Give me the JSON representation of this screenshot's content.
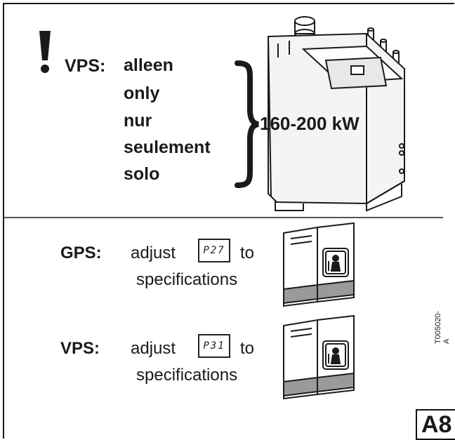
{
  "warning": {
    "icon": "exclamation-icon",
    "label": "VPS:",
    "languages": [
      "alleen",
      "only",
      "nur",
      "seulement",
      "solo"
    ],
    "power_range": "160-200 kW"
  },
  "instructions": [
    {
      "label": "GPS:",
      "verb": "adjust",
      "display_code": "P27",
      "suffix": "to",
      "line2": "specifications",
      "icon": "manual-book-icon"
    },
    {
      "label": "VPS:",
      "verb": "adjust",
      "display_code": "P31",
      "suffix": "to",
      "line2": "specifications",
      "icon": "manual-book-icon"
    }
  ],
  "figure_code": "T005020-A",
  "figure_badge": "A8",
  "colors": {
    "ink": "#1a1a1a",
    "boiler_fill": "#f4f4f4",
    "book_band": "#9a9a9a"
  }
}
